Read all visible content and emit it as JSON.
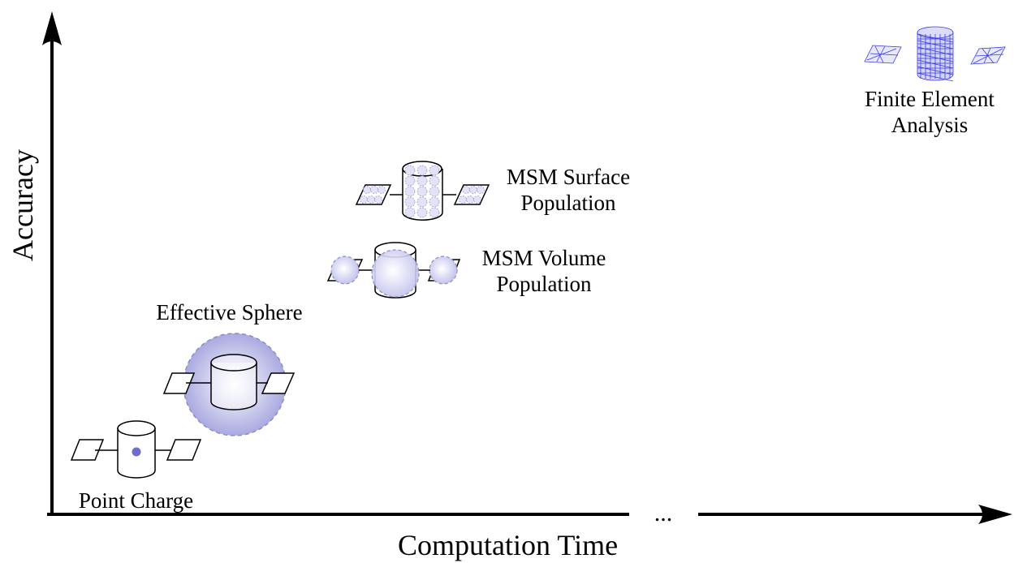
{
  "axes": {
    "x_label": "Computation Time",
    "y_label": "Accuracy",
    "x_break": "..."
  },
  "models": [
    {
      "id": "point-charge",
      "lines": [
        "Point Charge"
      ]
    },
    {
      "id": "effective-sphere",
      "lines": [
        "Effective Sphere"
      ]
    },
    {
      "id": "msm-volume",
      "lines": [
        "MSM Volume",
        "Population"
      ]
    },
    {
      "id": "msm-surface",
      "lines": [
        "MSM Surface",
        "Population"
      ]
    },
    {
      "id": "fea",
      "lines": [
        "Finite Element",
        "Analysis"
      ]
    }
  ],
  "colors": {
    "sphere_fill": "#a9a9e0",
    "sphere_stroke": "#8c8cc9",
    "charge_dot": "#6d6dd0",
    "mesh": "#3a3ae6"
  }
}
